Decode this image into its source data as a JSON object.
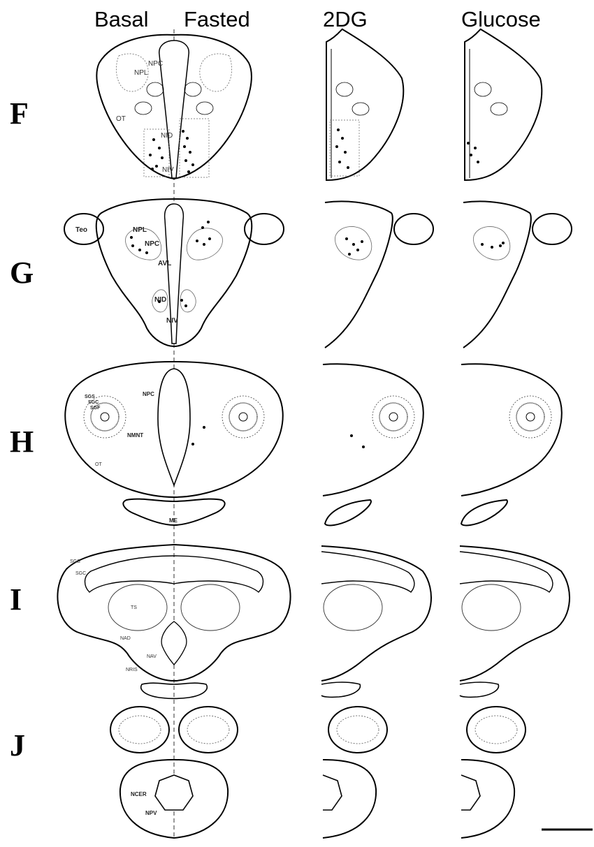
{
  "columns": [
    "Basal",
    "Fasted",
    "2DG",
    "Glucose"
  ],
  "rows": [
    "F",
    "G",
    "H",
    "I",
    "J"
  ],
  "region_labels": {
    "F": [
      "NPC",
      "NPL",
      "OT",
      "NID",
      "NIV"
    ],
    "G": [
      "Teo",
      "NPL",
      "NPC",
      "AVL",
      "NID",
      "NIV"
    ],
    "H": [
      "SGS",
      "SGC",
      "SGF",
      "NPC",
      "NMNT",
      "OT",
      "ME"
    ],
    "I": [
      "SGS",
      "SGC",
      "TS",
      "NAD",
      "NAV",
      "NRIS"
    ],
    "J": [
      "NCER",
      "NPV"
    ]
  },
  "colors": {
    "ink": "#000000",
    "guide": "#555555",
    "background": "#ffffff"
  }
}
